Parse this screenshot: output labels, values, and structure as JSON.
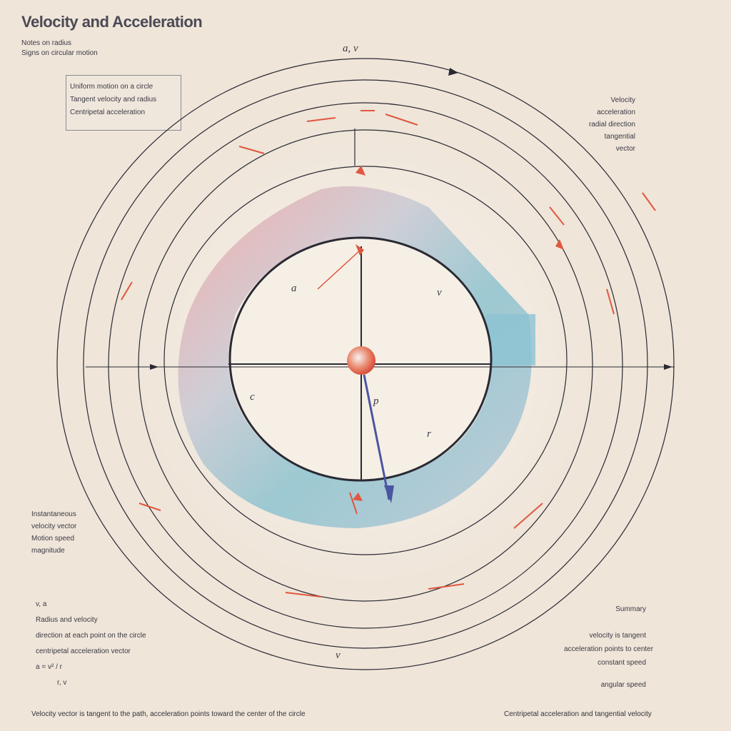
{
  "title": "Velocity and Acceleration",
  "notes": {
    "top_left_line1": "Notes on radius",
    "top_left_line2": "Signs on circular motion",
    "box_lines": [
      "Uniform motion on a circle",
      "Tangent velocity and radius",
      "Centripetal acceleration"
    ],
    "top_right_lines": [
      "Velocity",
      "acceleration",
      "radial direction",
      "tangential",
      "vector"
    ],
    "mid_left_lines": [
      "Instantaneous",
      "velocity vector",
      "Motion speed",
      "magnitude"
    ],
    "bottom_left_heading": "v, a",
    "bottom_left_lines": [
      "Radius and velocity",
      "direction at each point on the circle",
      "centripetal acceleration vector",
      "a = v² / r"
    ],
    "bottom_left_small": "r, v",
    "bottom_right_heading": "Summary",
    "bottom_right_lines": [
      "velocity is tangent",
      "acceleration points to center",
      "constant speed"
    ],
    "bottom_right_small": "angular speed",
    "footer_left": "Velocity vector is tangent to the path, acceleration points toward the center of the circle",
    "footer_right": "Centripetal acceleration and tangential velocity"
  },
  "labels": {
    "top_marker": "a, v",
    "inner_left": "a",
    "inner_right": "v",
    "center_left": "c",
    "center_right": "p",
    "lower_right": "r",
    "bottom_marker": "v"
  },
  "colors": {
    "background": "#efe5d9",
    "ink": "#2a2a33",
    "accent_red": "#e0573f",
    "accent_blue": "#6cb7c9",
    "accent_pink": "#f0a0a0"
  }
}
